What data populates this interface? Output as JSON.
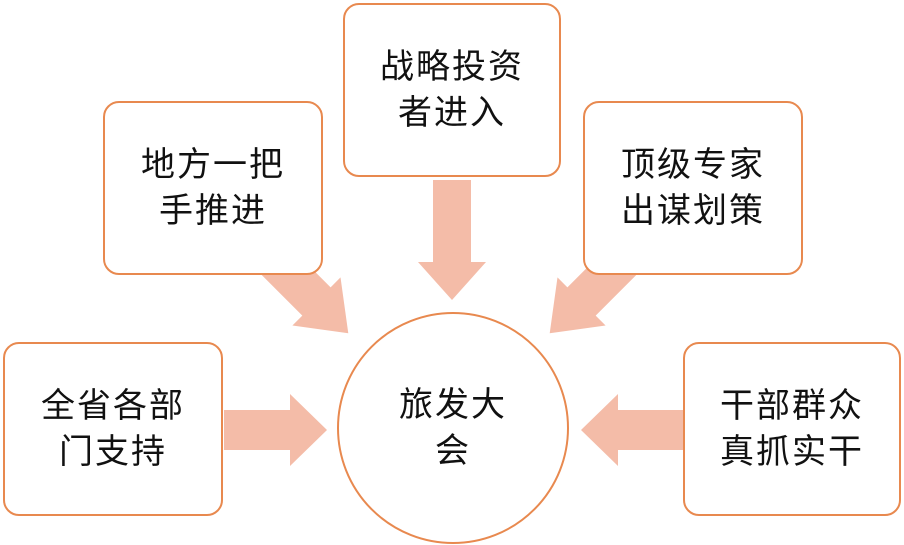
{
  "diagram": {
    "center": {
      "line1": "旅发大",
      "line2": "会"
    },
    "nodes": {
      "top": {
        "line1": "战略投资",
        "line2": "者进入"
      },
      "upper_left": {
        "line1": "地方一把",
        "line2": "手推进"
      },
      "upper_right": {
        "line1": "顶级专家",
        "line2": "出谋划策"
      },
      "left": {
        "line1": "全省各部",
        "line2": "门支持"
      },
      "right": {
        "line1": "干部群众",
        "line2": "真抓实干"
      }
    }
  },
  "colors": {
    "box_border": "#e8894f",
    "arrow_fill": "#f4bca8",
    "text": "#111111"
  }
}
